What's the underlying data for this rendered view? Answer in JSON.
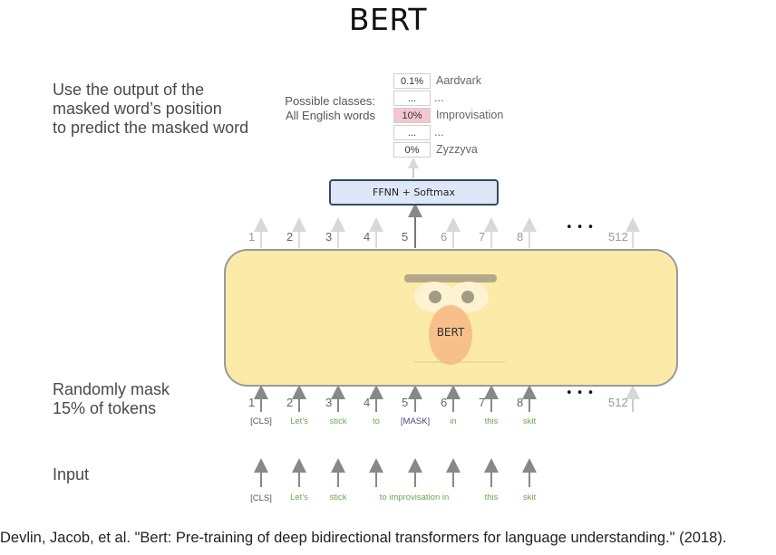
{
  "title": "BERT",
  "notes": {
    "top_line1": "Use the output of the",
    "top_line2": "masked word’s position",
    "top_line3": "to predict the masked word",
    "mid_line1": "Randomly mask",
    "mid_line2": "15% of tokens",
    "input": "Input"
  },
  "classes": {
    "label_line1": "Possible classes:",
    "label_line2": "All English words",
    "rows": [
      {
        "prob": "0.1%",
        "word": "Aardvark"
      },
      {
        "prob": "...",
        "word": "..."
      },
      {
        "prob": "10%",
        "word": "Improvisation"
      },
      {
        "prob": "...",
        "word": "..."
      },
      {
        "prob": "0%",
        "word": "Zyzzyva"
      }
    ],
    "highlight_color": "#f4c6cf"
  },
  "ffnn_label": "FFNN + Softmax",
  "bert_label": "BERT",
  "positions": [
    "1",
    "2",
    "3",
    "4",
    "5",
    "6",
    "7",
    "8"
  ],
  "ellipsis": "• • •",
  "last_position": "512",
  "masked_tokens": [
    "[CLS]",
    "Let's",
    "stick",
    "to",
    "[MASK]",
    "in",
    "this",
    "skit"
  ],
  "input_tokens": [
    "[CLS]",
    "Let's",
    "stick",
    "to improvisation in",
    "this",
    "skit"
  ],
  "citation": "Devlin, Jacob, et al. \"Bert: Pre-training of deep bidirectional transformers for language understanding.\" (2018).",
  "colors": {
    "bert_body": "#fbeaa8",
    "bert_face": "#f7c08a",
    "ffnn_fill": "#dde7f7",
    "token_green": "#6aa84f",
    "mask_purple": "#4b3f8a"
  }
}
